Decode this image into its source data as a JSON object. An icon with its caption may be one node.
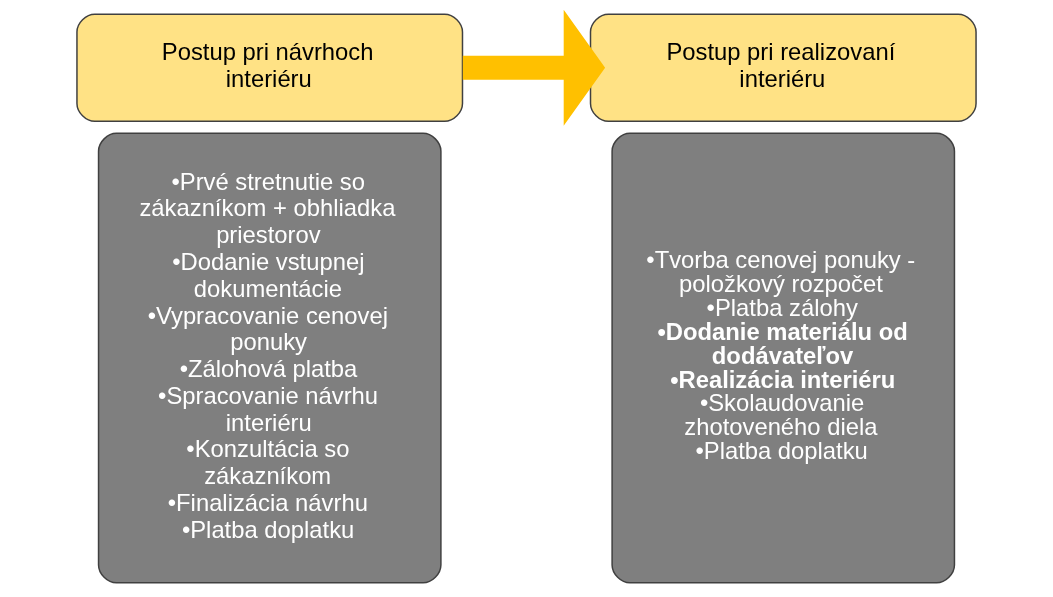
{
  "diagram": {
    "nodes": [
      {
        "text": [
          "Postup pri návrhoch interiéru"
        ]
      },
      {
        "text": [
          "•Prvé stretnutie so zákazníkom + obhliadka priestorov",
          "•Dodanie vstupnej dokumentácie",
          "•Vypracovanie cenovej ponuky",
          "•Zálohová platba",
          "•Spracovanie návrhu interiéru",
          "•Konzultácia so zákazníkom",
          "•Finalizácia návrhu",
          "•Platba doplatku"
        ]
      },
      {
        "text": [
          "Postup pri realizovaní interiéru"
        ]
      },
      {
        "text": [
          "•Tvorba cenovej ponuky - položkový rozpočet",
          "•Platba zálohy",
          "•Dodanie materiálu od dodávateľov",
          "•Realizácia interiéru",
          "•Skolaudovanie zhotoveného diela",
          "•Platba doplatku"
        ]
      }
    ],
    "edges": [
      {
        "from": 0,
        "to": 2,
        "arrow": "to",
        "color": "#ffc000"
      }
    ]
  }
}
